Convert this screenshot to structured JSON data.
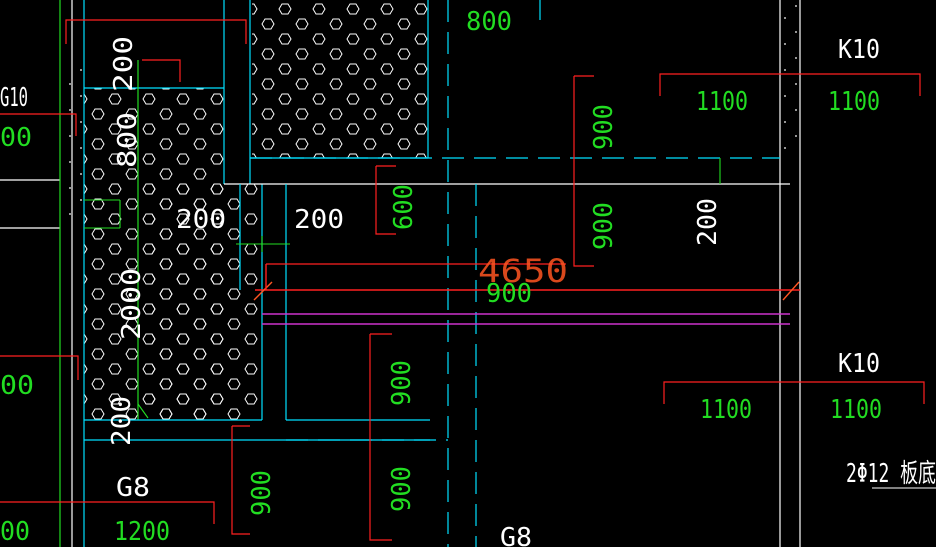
{
  "colors": {
    "background": "#000000",
    "wall": "#00e0ff",
    "wall_alt": "#ffffff",
    "dim_line": "#ff2020",
    "dim_text_green": "#22dd22",
    "dim_text_white": "#ffffff",
    "hatch_green": "#22dd22",
    "beam": "#cc33cc",
    "dim_text_orange": "#ff5522"
  },
  "labels": {
    "top_800": "800",
    "left_g10": "G10",
    "left_00_top": "00",
    "v_200_top": "200",
    "v_800": "800",
    "h_200_left": "200",
    "h_200_right": "200",
    "v_600": "600",
    "v_900_top": "900",
    "v_900_mid": "900",
    "v_200_right": "200",
    "span_4650": "4650",
    "span_900": "900",
    "v_2000": "2000",
    "left_00_mid": "00",
    "v_200_bottom": "200",
    "v_900_low1": "900",
    "v_900_low2": "900",
    "v_900_low3": "900",
    "g8_left": "G8",
    "g8_bottom": "G8",
    "left_00_bottom": "00",
    "dim_1200": "1200",
    "k10_top": "K10",
    "k10_top_1100a": "1100",
    "k10_top_1100b": "1100",
    "k10_bottom": "K10",
    "k10_bottom_1100a": "1100",
    "k10_bottom_1100b": "1100",
    "rebar_note": "2Φ12 板底"
  }
}
